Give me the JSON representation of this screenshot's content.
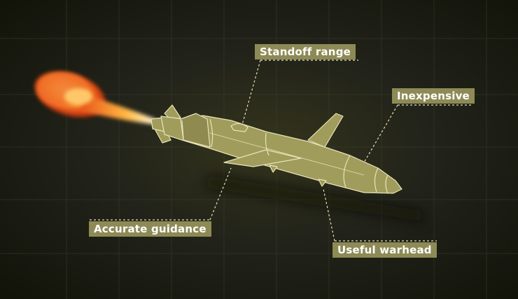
{
  "labels": {
    "standoff": "Standoff range",
    "inexpensive": "Inexpensive",
    "guidance": "Accurate guidance",
    "warhead": "Useful warhead"
  },
  "colors": {
    "background": "#1b1c12",
    "missile_fill": "#a09c5c",
    "missile_line": "#e6e2b4",
    "label_bg": "#8d8a56",
    "label_text": "#ffffff",
    "flame_core": "#ffe9a0",
    "flame_outer": "#e8541a",
    "grid": "#3a3b2a"
  },
  "icons": {
    "missile": "cruise-missile-icon",
    "exhaust": "flame-icon"
  }
}
